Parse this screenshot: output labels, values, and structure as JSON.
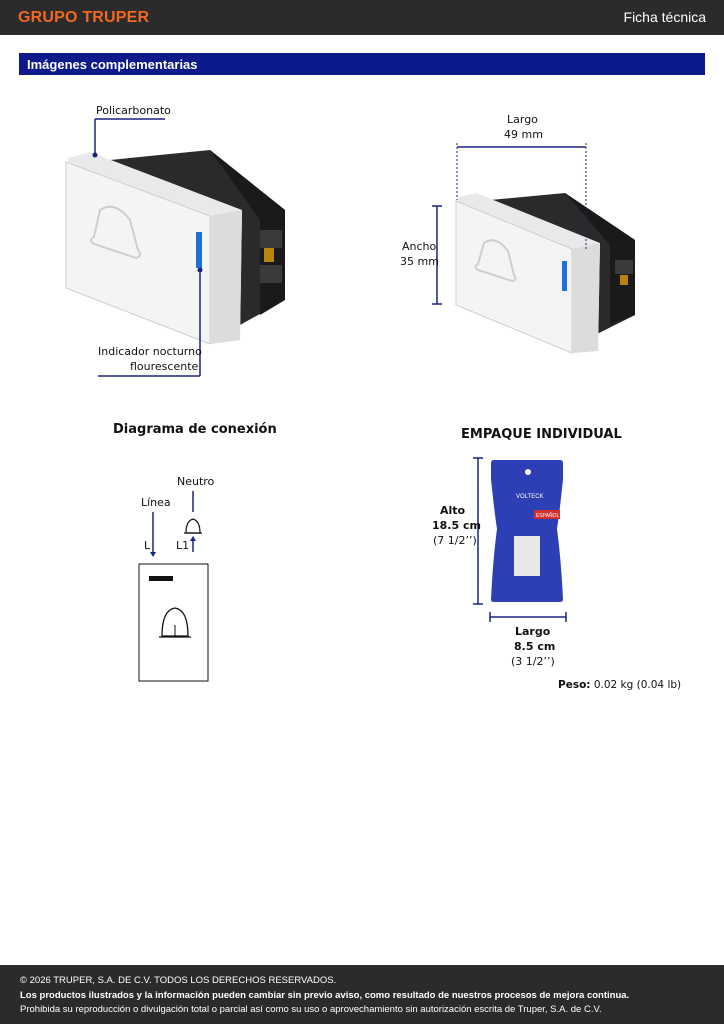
{
  "header": {
    "logo": "GRUPO TRUPER",
    "doc_type": "Ficha técnica"
  },
  "section": {
    "title": "Imágenes complementarias"
  },
  "product_view": {
    "material_label": "Policarbonato",
    "indicator_label": [
      "Indicador nocturno",
      "flourescente"
    ]
  },
  "dimensions_view": {
    "length_label": "Largo",
    "length_value": "49 mm",
    "width_label": "Ancho",
    "width_value": "35 mm"
  },
  "diagram": {
    "title": "Diagrama de conexión",
    "neutral_label": "Neutro",
    "line_label": "Línea",
    "terminal_l": "L",
    "terminal_l1": "L1"
  },
  "packaging": {
    "title": "EMPAQUE INDIVIDUAL",
    "height_label": "Alto",
    "height_cm": "18.5 cm",
    "height_in": "(7 1/2’’)",
    "length_label": "Largo",
    "length_cm": "8.5 cm",
    "length_in": "(3 1/2’’)",
    "weight_label": "Peso:",
    "weight_value": "0.02 kg (0.04 lb)",
    "brand": "VOLTECK",
    "badge": "ESPAÑOL"
  },
  "footer": {
    "copyright": "© 2026 TRUPER, S.A. DE C.V. TODOS LOS DERECHOS RESERVADOS.",
    "notice": "Los productos ilustrados y la información pueden cambiar sin previo aviso, como resultado de nuestros procesos de mejora continua.",
    "prohibition": "Prohibida su reproducción o divulgación total o parcial así como su uso o aprovechamiento sin autorización escrita de Truper, S.A. de C.V."
  },
  "colors": {
    "header_bg": "#2b2b2b",
    "logo": "#f26722",
    "section_bar": "#0c1a8c",
    "dimension_line": "#1a237e",
    "indicator": "#1e6fd6",
    "package": "#2c3fb5"
  }
}
